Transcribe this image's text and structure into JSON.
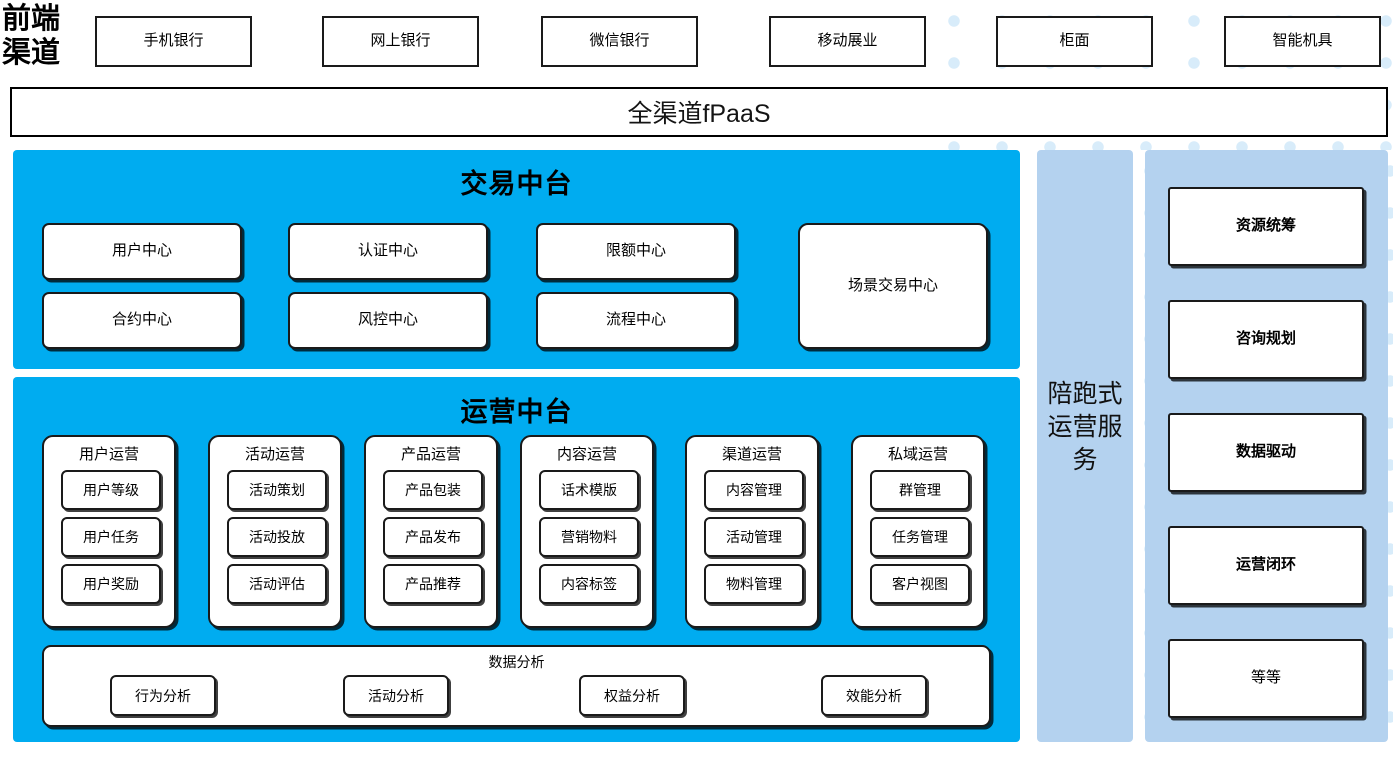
{
  "colors": {
    "platform_cyan": "#00ACF0",
    "side_panel_blue": "#b4d2ef",
    "box_border": "#1a1a1a",
    "dot_pattern": "#d8ecfa"
  },
  "front_channel": {
    "label": "前端\n渠道",
    "label_line1": "前端",
    "label_line2": "渠道",
    "channels": [
      {
        "label": "手机银行"
      },
      {
        "label": "网上银行"
      },
      {
        "label": "微信银行"
      },
      {
        "label": "移动展业"
      },
      {
        "label": "柜面"
      },
      {
        "label": "智能机具"
      }
    ]
  },
  "fpaas": {
    "label": "全渠道fPaaS"
  },
  "trade_platform": {
    "title": "交易中台",
    "centers": [
      {
        "label": "用户中心"
      },
      {
        "label": "认证中心"
      },
      {
        "label": "限额中心"
      },
      {
        "label": "合约中心"
      },
      {
        "label": "风控中心"
      },
      {
        "label": "流程中心"
      },
      {
        "label": "场景交易中心"
      }
    ]
  },
  "ops_platform": {
    "title": "运营中台",
    "groups": [
      {
        "title": "用户运营",
        "items": [
          "用户等级",
          "用户任务",
          "用户奖励"
        ]
      },
      {
        "title": "活动运营",
        "items": [
          "活动策划",
          "活动投放",
          "活动评估"
        ]
      },
      {
        "title": "产品运营",
        "items": [
          "产品包装",
          "产品发布",
          "产品推荐"
        ]
      },
      {
        "title": "内容运营",
        "items": [
          "话术模版",
          "营销物料",
          "内容标签"
        ]
      },
      {
        "title": "渠道运营",
        "items": [
          "内容管理",
          "活动管理",
          "物料管理"
        ]
      },
      {
        "title": "私域运营",
        "items": [
          "群管理",
          "任务管理",
          "客户视图"
        ]
      }
    ],
    "analysis": {
      "title": "数据分析",
      "items": [
        "行为分析",
        "活动分析",
        "权益分析",
        "效能分析"
      ]
    }
  },
  "service_column": {
    "label": "陪跑式运营服务"
  },
  "value_column": {
    "items": [
      {
        "label": "资源统筹",
        "bold": true
      },
      {
        "label": "咨询规划",
        "bold": true
      },
      {
        "label": "数据驱动",
        "bold": true
      },
      {
        "label": "运营闭环",
        "bold": true
      },
      {
        "label": "等等",
        "bold": false
      }
    ]
  }
}
